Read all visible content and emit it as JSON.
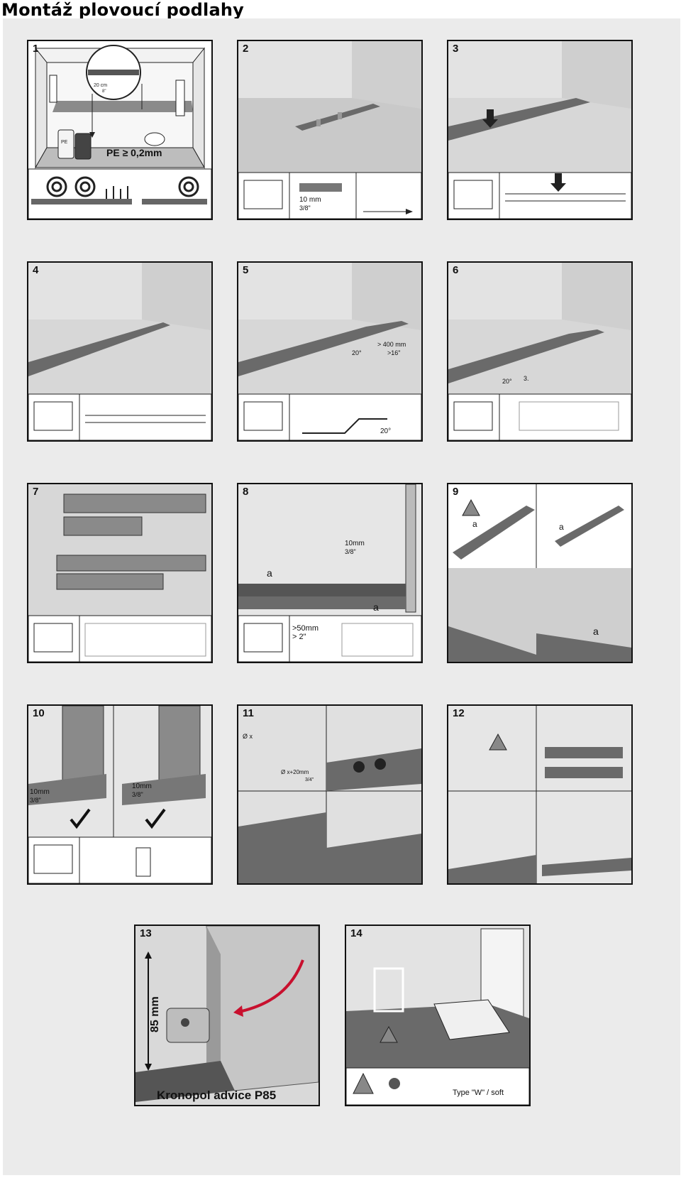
{
  "title": "Montáž plovoucí podlahy",
  "panels": [
    {
      "num": "1",
      "texts": {
        "pe": "PE ≥ 0,2mm",
        "dim": "20 cm",
        "dim2": "8\"",
        "can": "PE"
      }
    },
    {
      "num": "2",
      "texts": {
        "gap": "10 mm",
        "gap_in": "3/8\""
      }
    },
    {
      "num": "3",
      "texts": {}
    },
    {
      "num": "4",
      "texts": {}
    },
    {
      "num": "5",
      "texts": {
        "angle": "20°",
        "len": "> 400 mm",
        "len_in": ">16\"",
        "angle2": "20°"
      }
    },
    {
      "num": "6",
      "texts": {
        "angle": "20°",
        "step": "3."
      }
    },
    {
      "num": "7",
      "texts": {}
    },
    {
      "num": "8",
      "texts": {
        "gap": "10mm",
        "gap_in": "3/8\"",
        "mark": "a",
        "mark2": "a",
        "min": ">50mm",
        "min_in": "> 2\""
      }
    },
    {
      "num": "9",
      "texts": {
        "mark": "a",
        "mark2": "a",
        "mark3": "a"
      }
    },
    {
      "num": "10",
      "texts": {
        "gap": "10mm",
        "gap_in": "3/8\"",
        "gap2": "10mm",
        "gap2_in": "3/8\""
      }
    },
    {
      "num": "11",
      "texts": {
        "diam": "Ø x",
        "diam2": "Ø x+20mm",
        "diam2_in": "3/4\""
      }
    },
    {
      "num": "12",
      "texts": {}
    },
    {
      "num": "13",
      "texts": {
        "height": "85 mm",
        "caption": "Kronopol advice P85"
      }
    },
    {
      "num": "14",
      "texts": {
        "type": "Type \"W\" / soft"
      }
    }
  ],
  "colors": {
    "floor": "#d8d8d8",
    "wall": "#e4e4e4",
    "board": "#6f6f6f",
    "ink": "#1a1a1a",
    "arrow_red": "#c8102e"
  }
}
